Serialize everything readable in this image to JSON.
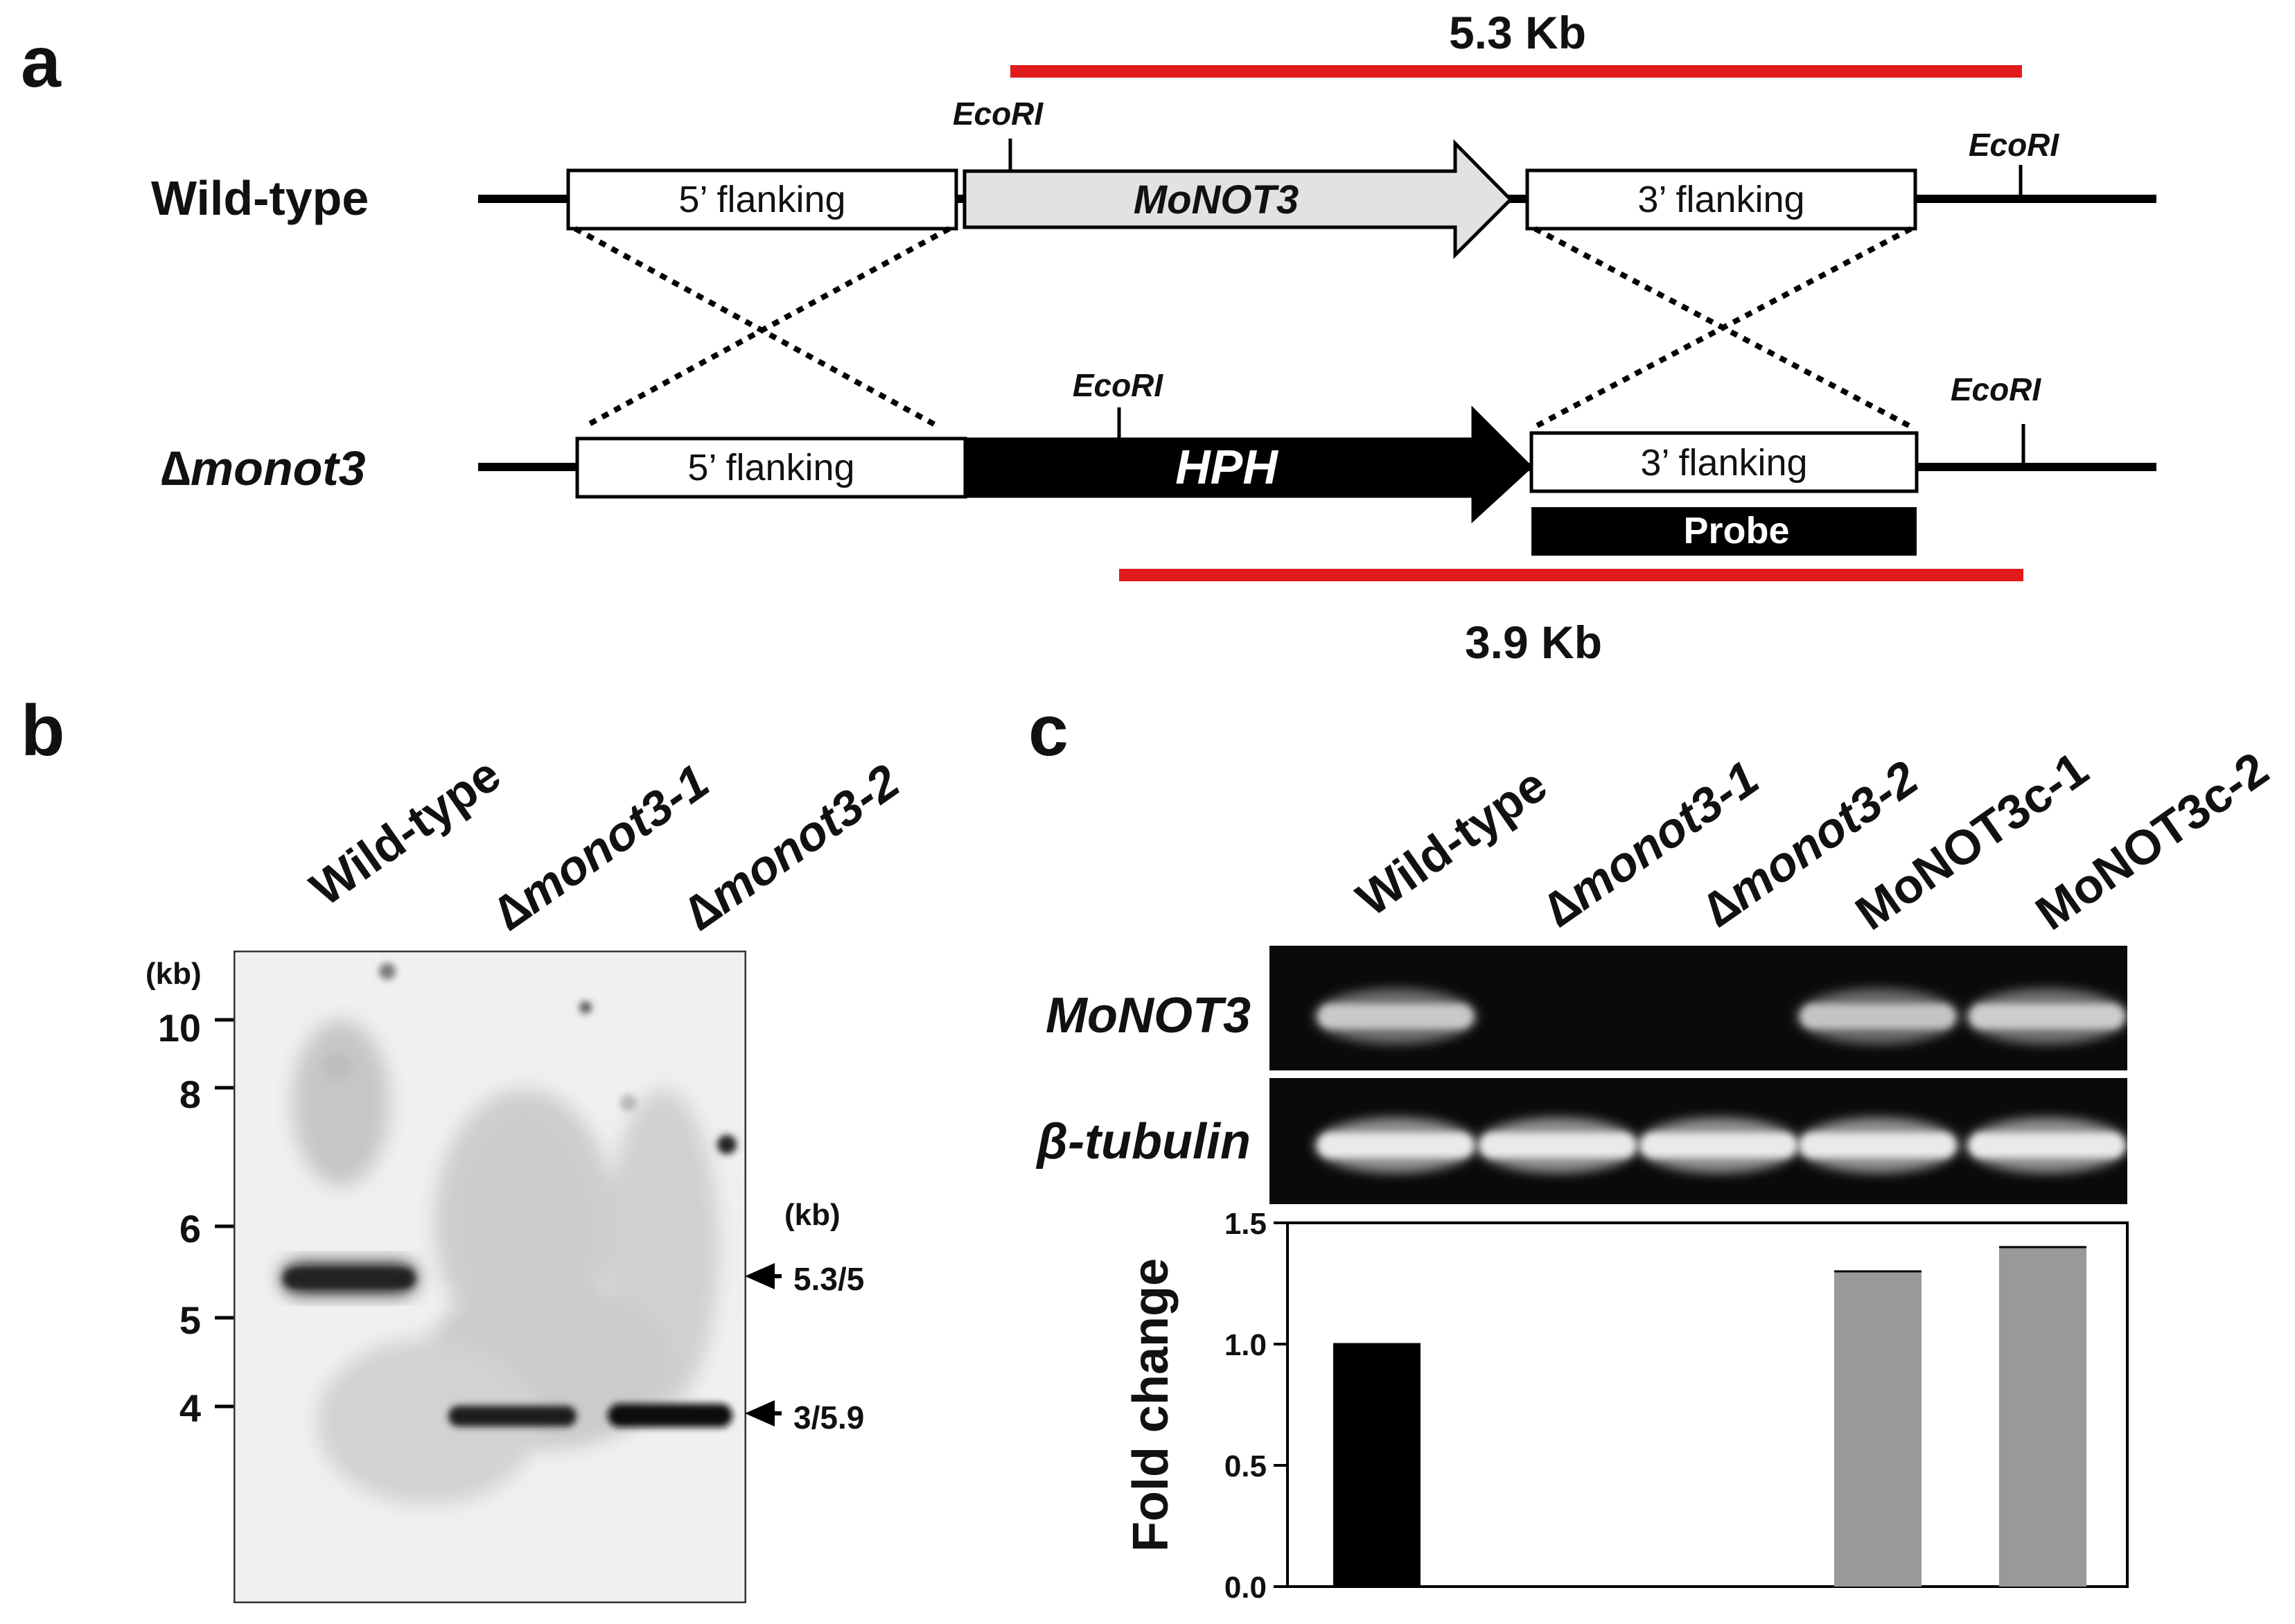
{
  "panel_a": {
    "label": "a",
    "wt_label": "Wild-type",
    "mut_label": "∆monot3",
    "flank5": "5’ flanking",
    "flank3": "3’ flanking",
    "gene": "MoNOT3",
    "marker": "HPH",
    "probe": "Probe",
    "site": "EcoRI",
    "size_wt": "5.3 Kb",
    "size_mut": "3.9 Kb",
    "colors": {
      "fragment": "#e11b1b",
      "gene_fill": "#e2e2e2",
      "marker_fill": "#000000"
    }
  },
  "panel_b": {
    "label": "b",
    "lanes": [
      "Wild-type",
      "∆monot3-1",
      "∆monot3-2"
    ],
    "unit": "(kb)",
    "ladder": [
      "10",
      "8",
      "6",
      "5",
      "4"
    ],
    "unit_right": "(kb)",
    "band_labels": [
      "5.3/5",
      "3/5.9"
    ]
  },
  "panel_c": {
    "label": "c",
    "lanes": [
      "Wild-type",
      "∆monot3-1",
      "∆monot3-2",
      "MoNOT3c-1",
      "MoNOT3c-2"
    ],
    "gel_rows": [
      "MoNOT3",
      "β-tubulin"
    ],
    "gel_intensity": {
      "MoNOT3": [
        0.75,
        0.0,
        0.0,
        0.72,
        0.78
      ],
      "beta_tubulin": [
        1.0,
        1.0,
        1.0,
        1.0,
        1.0
      ]
    }
  },
  "chart_data": {
    "type": "bar",
    "categories": [
      "Wild-type",
      "∆monot3-1",
      "∆monot3-2",
      "MoNOT3c-1",
      "MoNOT3c-2"
    ],
    "values": [
      1.0,
      0.0,
      0.0,
      1.3,
      1.4
    ],
    "colors": [
      "#000000",
      "#999999",
      "#999999",
      "#999999",
      "#999999"
    ],
    "ylabel": "Fold change",
    "ylim": [
      0,
      1.5
    ],
    "yticks": [
      "0.0",
      "0.5",
      "1.0",
      "1.5"
    ],
    "grid": false
  }
}
